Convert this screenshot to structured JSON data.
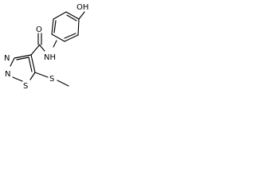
{
  "diagram": {
    "type": "chemical-structure",
    "atom_labels": {
      "hydroxyl": "OH",
      "carbonyl_oxygen": "O",
      "amide_nh": "NH",
      "ring_nitrogen_1": "N",
      "ring_nitrogen_2": "N",
      "ring_sulfur": "S",
      "thioether_sulfur": "S"
    }
  }
}
